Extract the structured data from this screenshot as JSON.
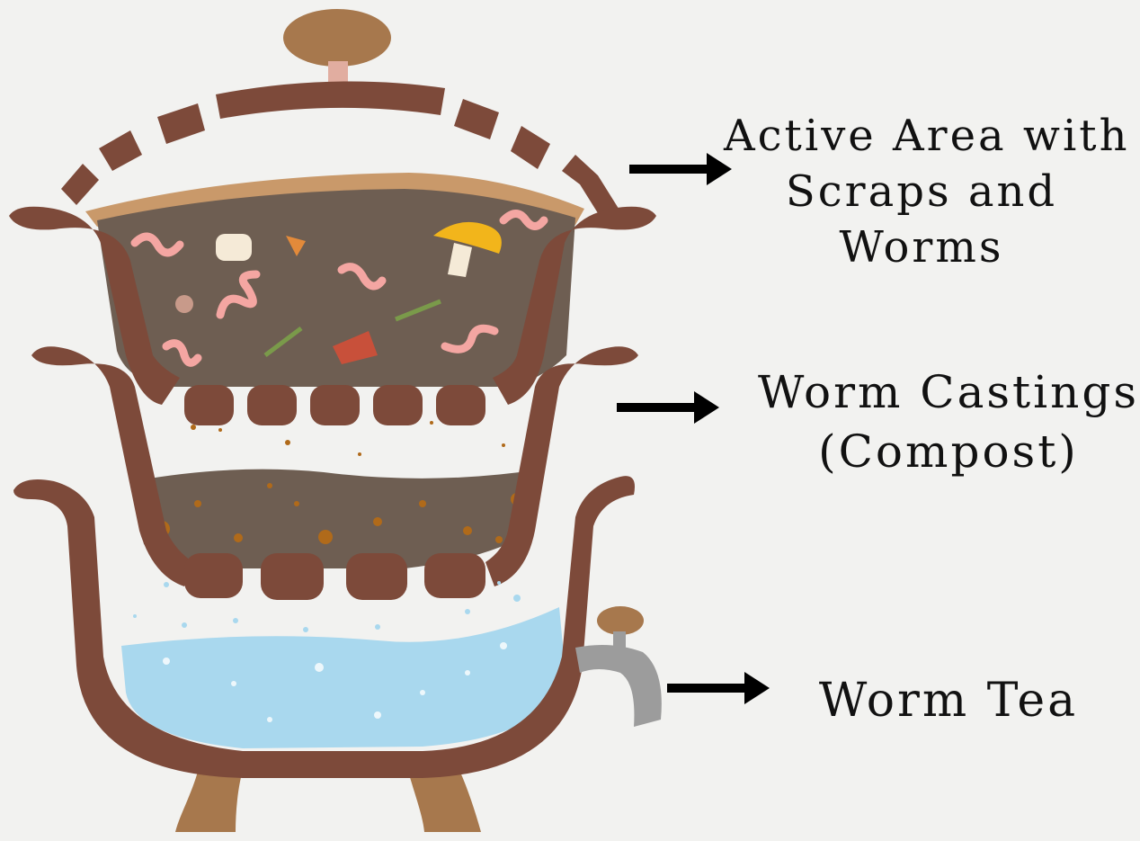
{
  "colors": {
    "background": "#f2f2f0",
    "bin_rim": "#7d4a3a",
    "soil": "#6e5e52",
    "worm": "#f4a6a2",
    "worm_tea": "#a9d8ee",
    "lid_knob": "#a7784d",
    "spigot": "#9c9c9c",
    "arrow": "#000000"
  },
  "labels": {
    "active_area": {
      "line1": "Active Area with",
      "line2": "Scraps and",
      "line3": "Worms"
    },
    "worm_castings": {
      "line1": "Worm Castings",
      "line2": "(Compost)"
    },
    "worm_tea": {
      "line1": "Worm Tea"
    }
  },
  "icons": {
    "arrows": [
      "arrow-right-icon",
      "arrow-right-icon",
      "arrow-right-icon"
    ]
  }
}
